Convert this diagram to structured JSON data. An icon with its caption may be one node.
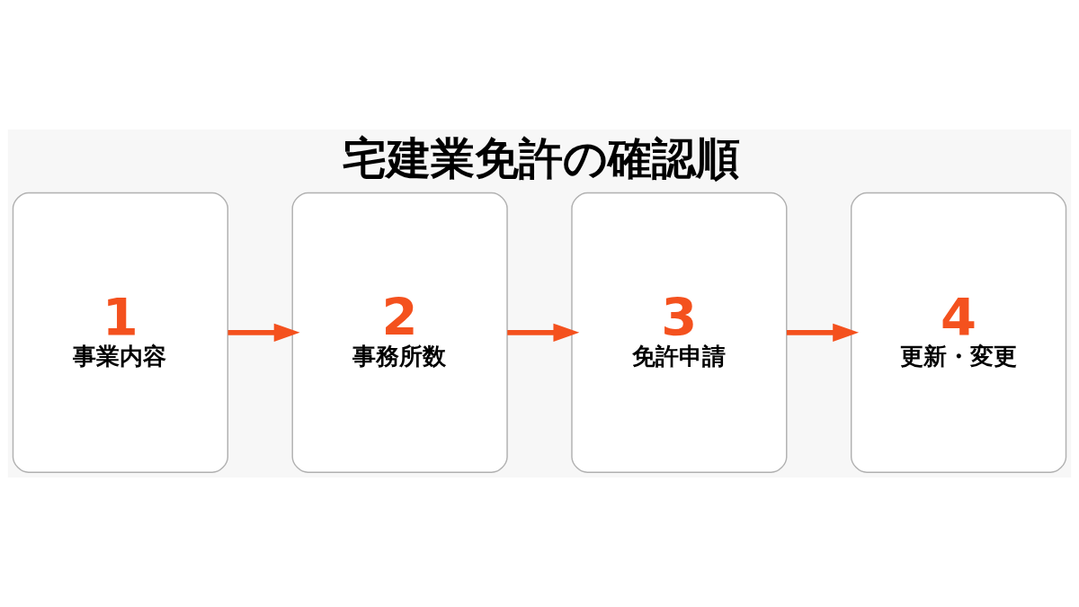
{
  "diagram": {
    "title": "宅建業免許の確認順",
    "nodes": [
      {
        "text": [
          "1",
          "事業内容"
        ]
      },
      {
        "text": [
          "2",
          "事務所数"
        ]
      },
      {
        "text": [
          "3",
          "免許申請"
        ]
      },
      {
        "text": [
          "4",
          "更新・変更"
        ]
      }
    ],
    "edges": [
      {
        "from": 0,
        "to": 1,
        "arrow": "to"
      },
      {
        "from": 1,
        "to": 2,
        "arrow": "to"
      },
      {
        "from": 2,
        "to": 3,
        "arrow": "to"
      }
    ]
  }
}
